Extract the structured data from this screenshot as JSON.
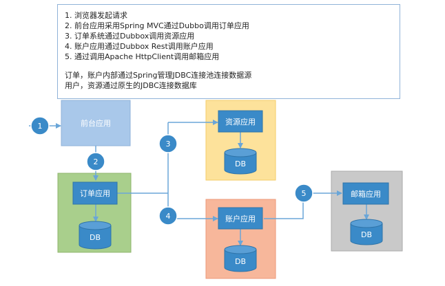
{
  "note": {
    "steps": [
      "1. 浏览器发起请求",
      "2. 前台应用采用Spring MVC通过Dubbo调用订单应用",
      "3. 订单系统通过Dubbox调用资源应用",
      "4. 账户应用通过Dubbox Rest调用账户应用",
      "5. 通过调用Apache HttpClient调用邮箱应用"
    ],
    "paragraph": [
      "订单，账户内部通过Spring管理JDBC连接池连接数据源",
      "用户，资源通过原生的JDBC连接数据库"
    ]
  },
  "nodes": {
    "frontend": "前台应用",
    "order": "订单应用",
    "resource": "资源应用",
    "account": "账户应用",
    "mail": "邮箱应用",
    "db": "DB"
  },
  "steps": [
    "1",
    "2",
    "3",
    "4",
    "5"
  ],
  "colors": {
    "step_circle": "#3a8ac8",
    "inner_box": "#3a8ac8",
    "line": "#6aa6d8",
    "frontend_fill": "#a9c8ea",
    "order_panel": "#a9cf8c",
    "resource_panel": "#fde29b",
    "account_panel": "#f7b79b",
    "mail_panel": "#c9c9c9"
  }
}
